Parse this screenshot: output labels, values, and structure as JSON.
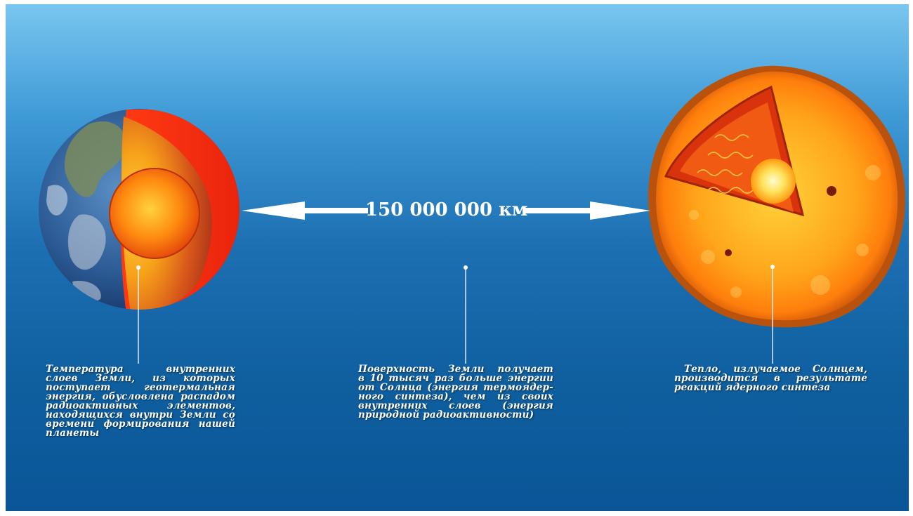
{
  "distance_label": "150 000 000 км",
  "earth_caption": {
    "lines": [
      "Температура внутренних",
      "слоев Земли, из которых",
      "поступает геотермальная",
      "энергия, обусловлена распадом",
      "радиоактивных элементов,",
      "находящихся внутри Земли со",
      "времени формирования нашей",
      "планеты"
    ]
  },
  "middle_caption": {
    "lines": [
      "Поверхность Земли получает",
      "в 10 тысяч раз больше энергии",
      "от Солнца (энергия термоядер-",
      "ного синтеза), чем из своих",
      "внутренних слоев (энергия",
      "природной радиоактивности)"
    ]
  },
  "sun_caption": {
    "lines": [
      "Тепло, излучаемое Солнцем,",
      "производится в результате",
      "реакций ядерного синтеза"
    ]
  },
  "colors": {
    "sky_top": "#79c6f0",
    "sky_bottom": "#0a5597",
    "text": "#ffffff",
    "earth_core": "#ff5a00",
    "sun_surface": "#ff9a10"
  }
}
